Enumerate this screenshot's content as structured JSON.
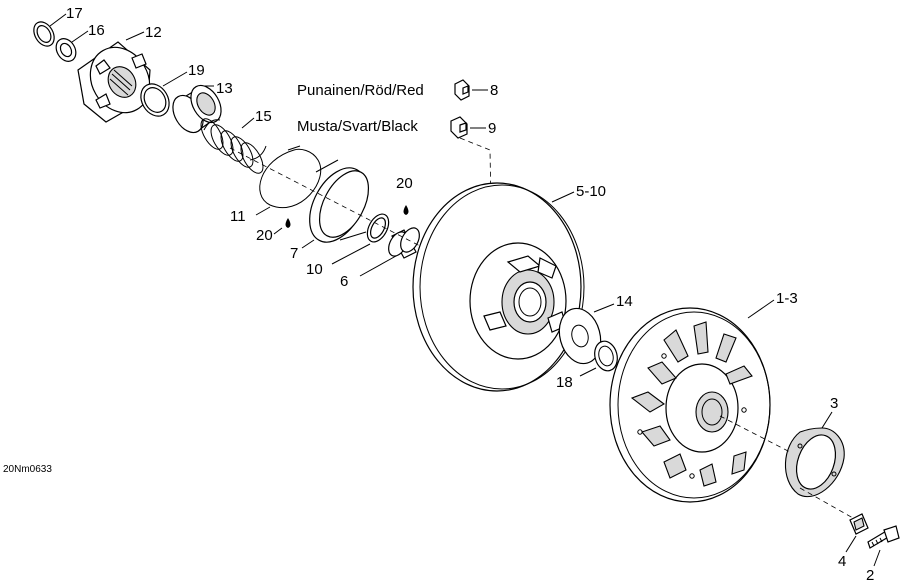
{
  "drawing_code": "20Nm0633",
  "color_labels": {
    "red": "Punainen/Röd/Red",
    "black": "Musta/Svart/Black"
  },
  "callouts": {
    "c17": "17",
    "c16": "16",
    "c12": "12",
    "c19": "19",
    "c13": "13",
    "c15": "15",
    "c8": "8",
    "c9": "9",
    "c20a": "20",
    "c20b": "20",
    "c11": "11",
    "c7": "7",
    "c10": "10",
    "c6": "6",
    "c510": "5-10",
    "c14": "14",
    "c18": "18",
    "c13b": "1-3",
    "c3": "3",
    "c4": "4",
    "c2": "2"
  }
}
